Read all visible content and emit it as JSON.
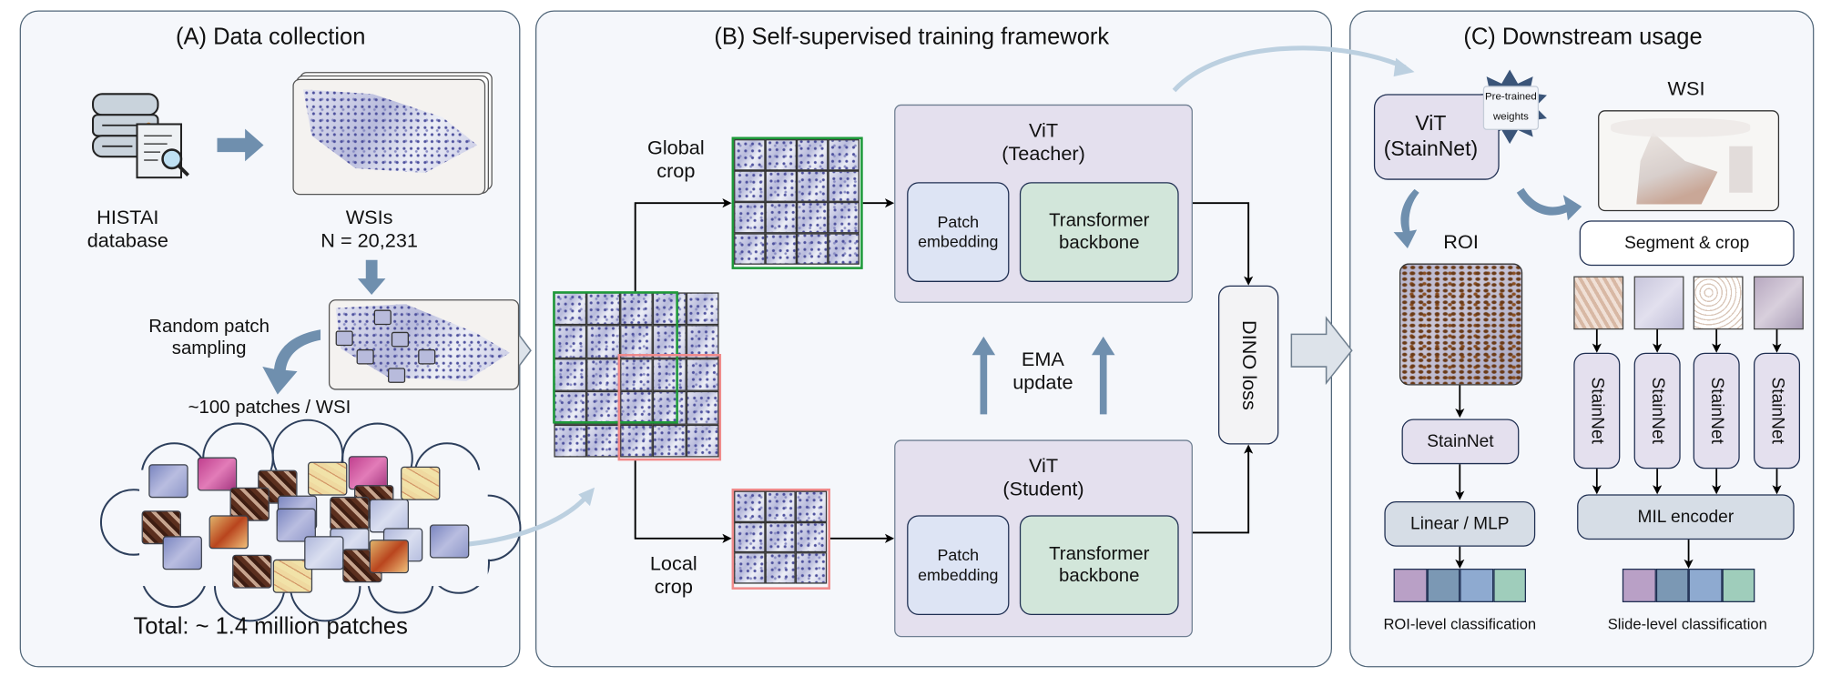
{
  "panel_a": {
    "title": "(A) Data collection",
    "db_label_line1": "HISTAI",
    "db_label_line2": "database",
    "wsi_label": "WSIs",
    "wsi_count": "N = 20,231",
    "sampling_line1": "Random patch",
    "sampling_line2": "sampling",
    "per_wsi": "~100 patches / WSI",
    "total": "Total: ~ 1.4 million patches"
  },
  "panel_b": {
    "title": "(B) Self-supervised training framework",
    "global_crop_line1": "Global",
    "global_crop_line2": "crop",
    "local_crop_line1": "Local",
    "local_crop_line2": "crop",
    "teacher": {
      "line1": "ViT",
      "line2": "(Teacher)",
      "patch_embedding_line1": "Patch",
      "patch_embedding_line2": "embedding",
      "backbone_line1": "Transformer",
      "backbone_line2": "backbone"
    },
    "student": {
      "line1": "ViT",
      "line2": "(Student)",
      "patch_embedding_line1": "Patch",
      "patch_embedding_line2": "embedding",
      "backbone_line1": "Transformer",
      "backbone_line2": "backbone"
    },
    "ema_line1": "EMA",
    "ema_line2": "update",
    "loss": "DINO loss"
  },
  "panel_c": {
    "title": "(C) Downstream usage",
    "vit_line1": "ViT",
    "vit_line2": "(StainNet)",
    "badge_line1": "Pre-trained",
    "badge_line2": "weights",
    "wsi_label": "WSI",
    "roi_label": "ROI",
    "segment": "Segment & crop",
    "roi_encoder": "StainNet",
    "head": "Linear / MLP",
    "slide_encoders": [
      "StainNet",
      "StainNet",
      "StainNet",
      "StainNet"
    ],
    "mil": "MIL encoder",
    "roi_caption": "ROI-level classification",
    "slide_caption": "Slide-level classification"
  },
  "colors": {
    "panel_border": "#52677a",
    "panel_bg": "#f5f7fb",
    "flow_arrow": "#6f8fae",
    "global_crop": "#1e9a3a",
    "local_crop": "#f08a8a",
    "class_cells": [
      "#b9a0c6",
      "#7b98b4",
      "#8eaad0",
      "#9fcdbb"
    ]
  }
}
